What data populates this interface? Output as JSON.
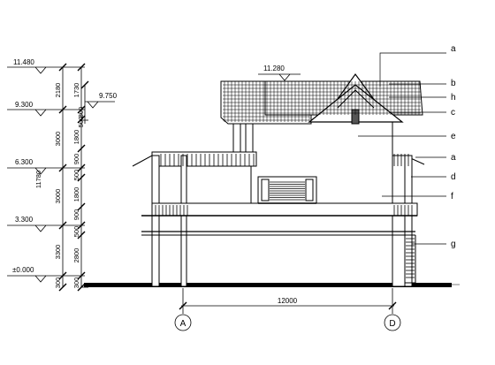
{
  "drawing": {
    "ground_level": "±0.000",
    "axis_span": "12000",
    "axis_left": "A",
    "axis_right": "D",
    "ridge_level": "11.280",
    "eave_level": "9.750",
    "left_elevations": [
      "11.480",
      "9.300",
      "6.300",
      "3.300",
      "±0.000"
    ],
    "dim_outer_total": "11780",
    "dim_outer": [
      "300",
      "3300",
      "3000",
      "3000",
      "2180"
    ],
    "dim_inner": [
      "300",
      "2800",
      "500",
      "900",
      "1800",
      "500",
      "900",
      "1800",
      "300",
      "500",
      "1730"
    ],
    "callouts": [
      "a",
      "b",
      "h",
      "c",
      "e",
      "a",
      "d",
      "f",
      "g"
    ]
  }
}
